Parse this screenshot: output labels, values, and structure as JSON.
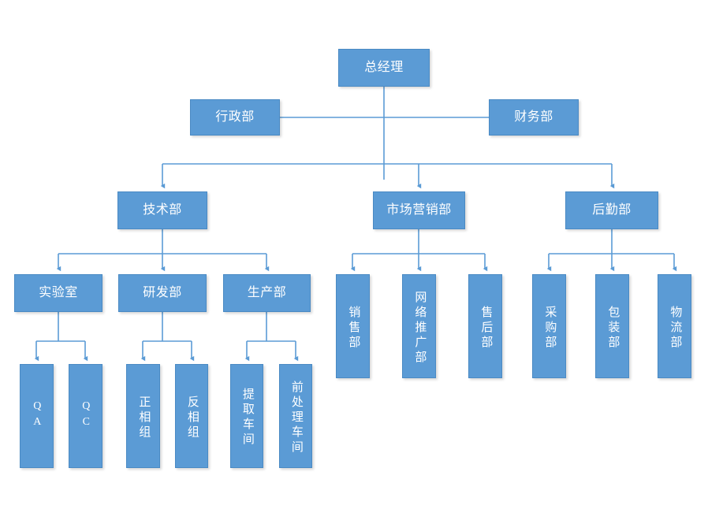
{
  "chart": {
    "type": "org-chart",
    "title": "",
    "background_color": "#FFFFFF",
    "node_fill_color": "#5B9BD5",
    "node_text_color": "#FFFFFF",
    "connector_color": "#5B9BD5",
    "levels": 5
  },
  "nodes": {
    "general_manager": {
      "label": "总经理",
      "level": 1
    },
    "administration": {
      "label": "行政部",
      "level": 2
    },
    "finance": {
      "label": "财务部",
      "level": 2
    },
    "technology": {
      "label": "技术部",
      "level": 3
    },
    "marketing": {
      "label": "市场营销部",
      "level": 3
    },
    "logistics_dept": {
      "label": "后勤部",
      "level": 3
    },
    "laboratory": {
      "label": "实验室",
      "level": 4
    },
    "research": {
      "label": "研发部",
      "level": 4
    },
    "production": {
      "label": "生产部",
      "level": 4
    },
    "qa": {
      "label": "QA",
      "level": 5
    },
    "qc": {
      "label": "QC",
      "level": 5
    },
    "normal_phase": {
      "label": "正相组",
      "level": 5
    },
    "reverse_phase": {
      "label": "反相组",
      "level": 5
    },
    "extraction_workshop": {
      "label": "提取车间",
      "level": 5
    },
    "pretreatment_workshop": {
      "label": "前处理车间",
      "level": 5
    },
    "sales": {
      "label": "销售部",
      "level": 4
    },
    "online_promotion": {
      "label": "网络推广部",
      "level": 4
    },
    "after_sales": {
      "label": "售后部",
      "level": 4
    },
    "purchasing": {
      "label": "采购部",
      "level": 4
    },
    "packaging": {
      "label": "包装部",
      "level": 4
    },
    "distribution": {
      "label": "物流部",
      "level": 4
    }
  },
  "hierarchy": {
    "root": "总经理",
    "staff": [
      "行政部",
      "财务部"
    ],
    "divisions": [
      {
        "name": "技术部",
        "children": [
          {
            "name": "实验室",
            "children": [
              "QA",
              "QC"
            ]
          },
          {
            "name": "研发部",
            "children": [
              "正相组",
              "反相组"
            ]
          },
          {
            "name": "生产部",
            "children": [
              "提取车间",
              "前处理车间"
            ]
          }
        ]
      },
      {
        "name": "市场营销部",
        "children": [
          {
            "name": "销售部",
            "children": []
          },
          {
            "name": "网络推广部",
            "children": []
          },
          {
            "name": "售后部",
            "children": []
          }
        ]
      },
      {
        "name": "后勤部",
        "children": [
          {
            "name": "采购部",
            "children": []
          },
          {
            "name": "包装部",
            "children": []
          },
          {
            "name": "物流部",
            "children": []
          }
        ]
      }
    ]
  }
}
